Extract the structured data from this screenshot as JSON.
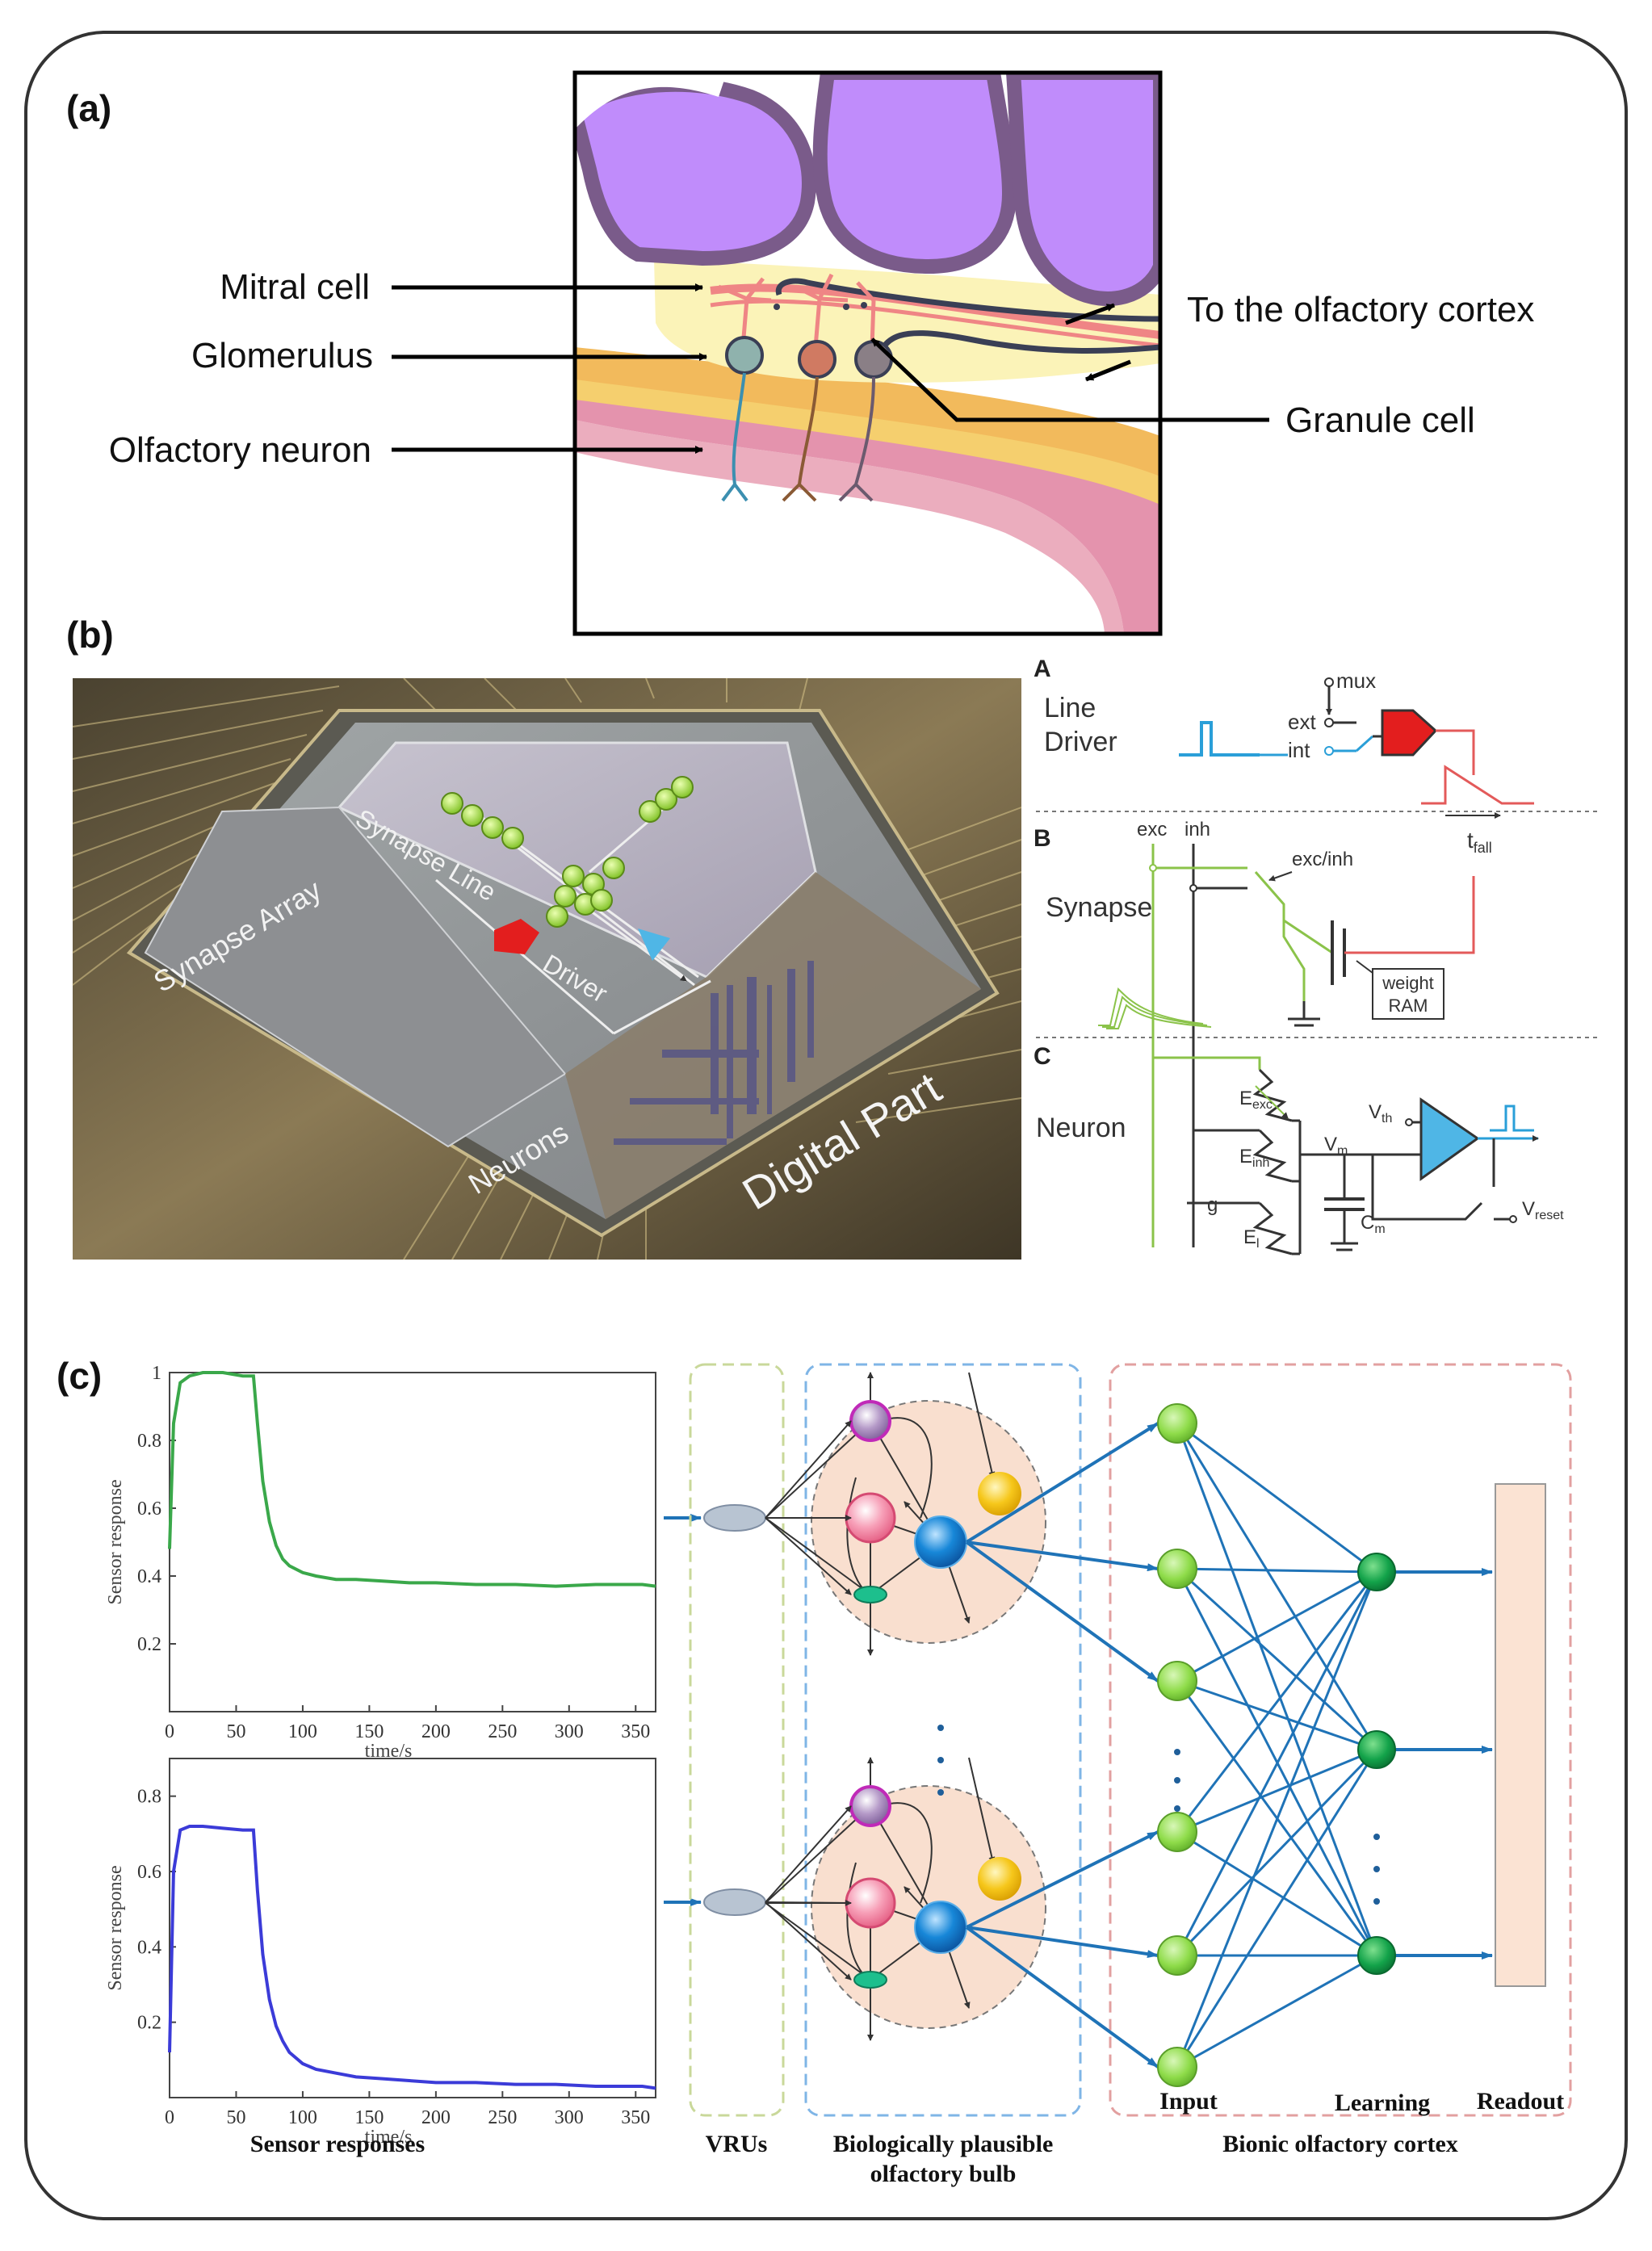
{
  "panel_a": {
    "label": "(a)",
    "left_labels": [
      "Mitral cell",
      "Glomerulus",
      "Olfactory neuron"
    ],
    "right_labels": {
      "cortex": "To the olfactory cortex",
      "granule": "Granule cell"
    }
  },
  "panel_b": {
    "label": "(b)",
    "chip_labels": {
      "synapse_array": "Synapse Array",
      "synapse_line": "Synapse Line",
      "driver": "Driver",
      "neurons": "Neurons",
      "digital": "Digital Part"
    },
    "schematic": {
      "A": {
        "letter": "A",
        "title1": "Line",
        "title2": "Driver",
        "ext": "ext",
        "int": "int",
        "mux": "mux",
        "tfall_main": "t",
        "tfall_sub": "fall"
      },
      "B": {
        "letter": "B",
        "title": "Synapse",
        "exc": "exc",
        "inh": "inh",
        "excinh": "exc/inh",
        "weight": "weight",
        "ram": "RAM"
      },
      "C": {
        "letter": "C",
        "title": "Neuron",
        "eexc_main": "E",
        "eexc_sub": "exc",
        "einh_main": "E",
        "einh_sub": "inh",
        "vm_main": "V",
        "vm_sub": "m",
        "vth_main": "V",
        "vth_sub": "th",
        "cm_main": "C",
        "cm_sub": "m",
        "el_main": "E",
        "el_sub": "l",
        "g": "g",
        "vreset_main": "V",
        "vreset_sub": "reset"
      }
    }
  },
  "panel_c": {
    "label": "(c)",
    "bottom_labels": {
      "sensor": "Sensor responses",
      "vrus": "VRUs",
      "bulb1": "Biologically plausible",
      "bulb2": "olfactory bulb",
      "cortex": "Bionic olfactory cortex",
      "input": "Input",
      "learning": "Learning",
      "readout": "Readout"
    }
  },
  "chart_data": [
    {
      "type": "line",
      "title": "",
      "xlabel": "time/s",
      "ylabel": "Sensor response",
      "xlim": [
        0,
        365
      ],
      "ylim": [
        0,
        1
      ],
      "xticks": [
        0,
        50,
        100,
        150,
        200,
        250,
        300,
        350
      ],
      "yticks": [
        0.2,
        0.4,
        0.6,
        0.8,
        1
      ],
      "color": "#3aa84a",
      "series": [
        {
          "x": [
            0,
            3,
            8,
            15,
            25,
            40,
            55,
            63,
            66,
            70,
            75,
            80,
            85,
            90,
            100,
            110,
            125,
            140,
            160,
            180,
            200,
            230,
            260,
            290,
            320,
            340,
            355,
            365
          ],
          "y": [
            0.48,
            0.85,
            0.97,
            0.99,
            1.0,
            1.0,
            0.99,
            0.99,
            0.85,
            0.68,
            0.56,
            0.49,
            0.45,
            0.43,
            0.41,
            0.4,
            0.39,
            0.39,
            0.385,
            0.38,
            0.38,
            0.375,
            0.375,
            0.37,
            0.375,
            0.375,
            0.375,
            0.37
          ]
        }
      ]
    },
    {
      "type": "line",
      "title": "",
      "xlabel": "time/s",
      "ylabel": "Sensor response",
      "xlim": [
        0,
        365
      ],
      "ylim": [
        0,
        0.9
      ],
      "xticks": [
        0,
        50,
        100,
        150,
        200,
        250,
        300,
        350
      ],
      "yticks": [
        0.2,
        0.4,
        0.6,
        0.8
      ],
      "color": "#3b3bd8",
      "series": [
        {
          "x": [
            0,
            3,
            8,
            15,
            25,
            40,
            55,
            63,
            66,
            70,
            75,
            80,
            85,
            90,
            100,
            110,
            125,
            140,
            160,
            180,
            200,
            230,
            260,
            290,
            320,
            340,
            355,
            365
          ],
          "y": [
            0.12,
            0.6,
            0.71,
            0.72,
            0.72,
            0.715,
            0.71,
            0.71,
            0.55,
            0.38,
            0.26,
            0.19,
            0.15,
            0.12,
            0.09,
            0.075,
            0.065,
            0.055,
            0.05,
            0.045,
            0.04,
            0.04,
            0.035,
            0.035,
            0.03,
            0.03,
            0.03,
            0.025
          ]
        }
      ]
    }
  ],
  "colors": {
    "purple_fill": "#c08cfb",
    "purple_edge": "#7a5b8a",
    "yellow": "#f7d96a",
    "pink": "#e28aa3",
    "tract": "#ef8585",
    "granule": "#3a3f55"
  }
}
